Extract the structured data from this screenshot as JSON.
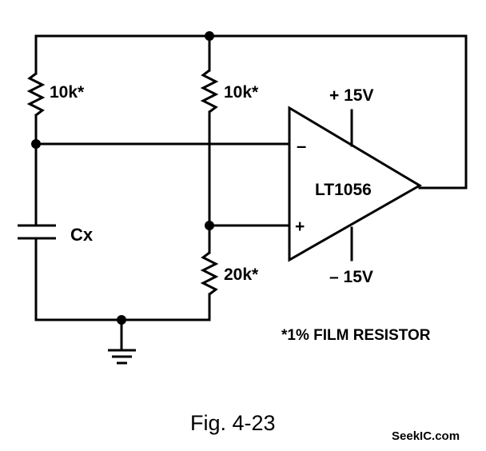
{
  "schematic": {
    "resistor_left": "10k*",
    "resistor_mid": "10k*",
    "resistor_bottom": "20k*",
    "capacitor": "Cx",
    "opamp": "LT1056",
    "supply_pos": "+ 15V",
    "supply_neg": "– 15V",
    "input_inv": "–",
    "input_noninv": "+",
    "note": "*1% FILM RESISTOR"
  },
  "caption": "Fig. 4-23",
  "watermark": "SeekIC.com"
}
